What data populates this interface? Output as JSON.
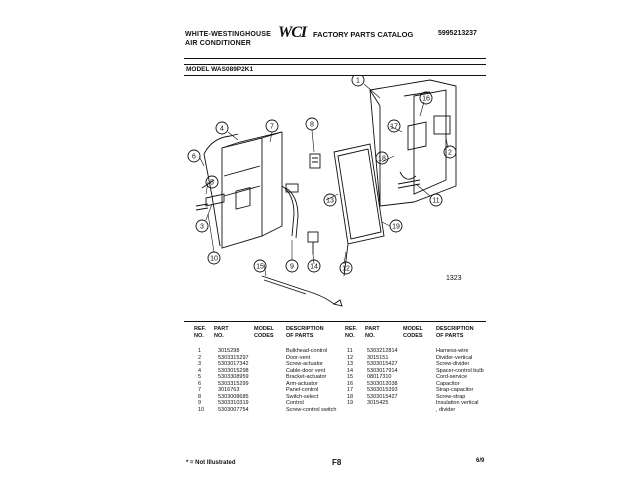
{
  "header": {
    "brand_line1": "WHITE-WESTINGHOUSE",
    "brand_line2": "AIR CONDITIONER",
    "logo": "WCI",
    "catalog_title": "FACTORY PARTS CATALOG",
    "catalog_number": "5995213237"
  },
  "model": "MODEL WAS089P2K1",
  "diagram": {
    "figure_code": "1323",
    "callouts": [
      "1",
      "2",
      "3",
      "4",
      "5",
      "6",
      "7",
      "8",
      "9",
      "10",
      "11",
      "12",
      "13",
      "14",
      "15",
      "16",
      "17",
      "18",
      "19"
    ]
  },
  "table": {
    "headers": {
      "ref": "REF. NO.",
      "part": "PART NO.",
      "model_codes": "MODEL CODES",
      "description": "DESCRIPTION OF PARTS"
    },
    "left_rows": [
      {
        "ref": "1",
        "part": "3015298",
        "desc": "Bulkhead-control"
      },
      {
        "ref": "2",
        "part": "5303315297",
        "desc": "Door-vent"
      },
      {
        "ref": "3",
        "part": "5303017342",
        "desc": "Screw-actuator"
      },
      {
        "ref": "4",
        "part": "5303015298",
        "desc": "Cable-door vent"
      },
      {
        "ref": "5",
        "part": "5303308959",
        "desc": "Bracket-actuator"
      },
      {
        "ref": "6",
        "part": "5303315299",
        "desc": "Arm-actuator"
      },
      {
        "ref": "7",
        "part": "3016763",
        "desc": "Panel-control"
      },
      {
        "ref": "8",
        "part": "5303008685",
        "desc": "Switch-select"
      },
      {
        "ref": "9",
        "part": "5303310319",
        "desc": "Control"
      },
      {
        "ref": "10",
        "part": "5303007754",
        "desc": "Screw-control switch"
      }
    ],
    "right_rows": [
      {
        "ref": "11",
        "part": "5303212814",
        "desc": "Harness-wire"
      },
      {
        "ref": "12",
        "part": "3015151",
        "desc": "Divider-vertical"
      },
      {
        "ref": "13",
        "part": "5303015427",
        "desc": "Screw-divider"
      },
      {
        "ref": "14",
        "part": "5303017914",
        "desc": "Spacer-control bulb"
      },
      {
        "ref": "15",
        "part": "08017310",
        "desc": "Cord-service"
      },
      {
        "ref": "16",
        "part": "5303012038",
        "desc": "Capacitor"
      },
      {
        "ref": "17",
        "part": "5303015393",
        "desc": "Strap-capacitor"
      },
      {
        "ref": "18",
        "part": "5303015427",
        "desc": "Screw-strap"
      },
      {
        "ref": "19",
        "part": "3015425",
        "desc": "Insulation vertical , divider"
      }
    ]
  },
  "footer": {
    "footnote": "* = Not Illustrated",
    "page": "F8",
    "date": "6/9"
  }
}
